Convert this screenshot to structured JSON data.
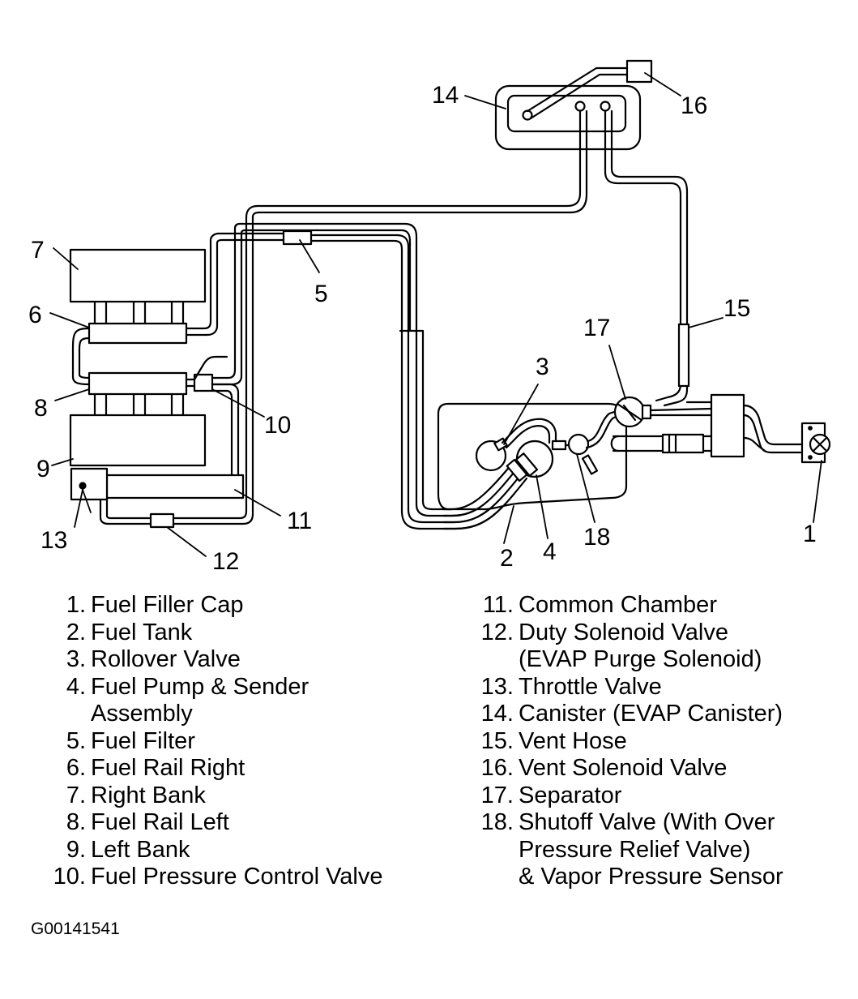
{
  "callouts": {
    "c1": "1",
    "c2": "2",
    "c3": "3",
    "c4": "4",
    "c5": "5",
    "c6": "6",
    "c7": "7",
    "c8": "8",
    "c9": "9",
    "c10": "10",
    "c11": "11",
    "c12": "12",
    "c13": "13",
    "c14": "14",
    "c15": "15",
    "c16": "16",
    "c17": "17",
    "c18": "18"
  },
  "legend_left": [
    {
      "num": "1.",
      "lines": [
        "Fuel Filler Cap"
      ]
    },
    {
      "num": "2.",
      "lines": [
        "Fuel Tank"
      ]
    },
    {
      "num": "3.",
      "lines": [
        "Rollover Valve"
      ]
    },
    {
      "num": "4.",
      "lines": [
        "Fuel Pump & Sender",
        "Assembly"
      ]
    },
    {
      "num": "5.",
      "lines": [
        "Fuel Filter"
      ]
    },
    {
      "num": "6.",
      "lines": [
        "Fuel Rail Right"
      ]
    },
    {
      "num": "7.",
      "lines": [
        "Right Bank"
      ]
    },
    {
      "num": "8.",
      "lines": [
        "Fuel Rail Left"
      ]
    },
    {
      "num": "9.",
      "lines": [
        "Left Bank"
      ]
    },
    {
      "num": "10.",
      "lines": [
        "Fuel Pressure Control Valve"
      ]
    }
  ],
  "legend_right": [
    {
      "num": "11.",
      "lines": [
        "Common Chamber"
      ]
    },
    {
      "num": "12.",
      "lines": [
        "Duty Solenoid Valve",
        "(EVAP Purge Solenoid)"
      ]
    },
    {
      "num": "13.",
      "lines": [
        "Throttle Valve"
      ]
    },
    {
      "num": "14.",
      "lines": [
        "Canister (EVAP Canister)"
      ]
    },
    {
      "num": "15.",
      "lines": [
        "Vent Hose"
      ]
    },
    {
      "num": "16.",
      "lines": [
        "Vent Solenoid Valve"
      ]
    },
    {
      "num": "17.",
      "lines": [
        "Separator"
      ]
    },
    {
      "num": "18.",
      "lines": [
        "Shutoff Valve (With Over",
        "Pressure Relief Valve)",
        "& Vapor Pressure Sensor"
      ]
    }
  ],
  "figure_id": "G00141541"
}
